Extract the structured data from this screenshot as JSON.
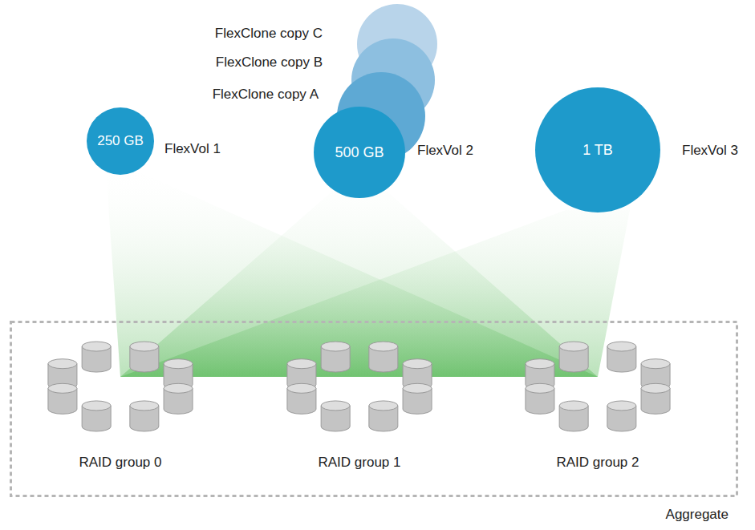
{
  "diagram": {
    "nodes": [
      {
        "text": [
          "FlexClone copy C"
        ]
      },
      {
        "text": [
          "FlexClone copy B"
        ]
      },
      {
        "text": [
          "FlexClone copy A"
        ]
      },
      {
        "text": [
          "250 GB",
          "FlexVol 1"
        ]
      },
      {
        "text": [
          "500 GB",
          "FlexVol 2"
        ]
      },
      {
        "text": [
          "1 TB",
          "FlexVol 3"
        ]
      },
      {
        "text": [
          "Aggregate"
        ]
      },
      {
        "text": [
          "RAID group 0"
        ],
        "in": 6
      },
      {
        "text": [
          "RAID group 1"
        ],
        "in": 6
      },
      {
        "text": [
          "RAID group 2"
        ],
        "in": 6
      }
    ]
  }
}
